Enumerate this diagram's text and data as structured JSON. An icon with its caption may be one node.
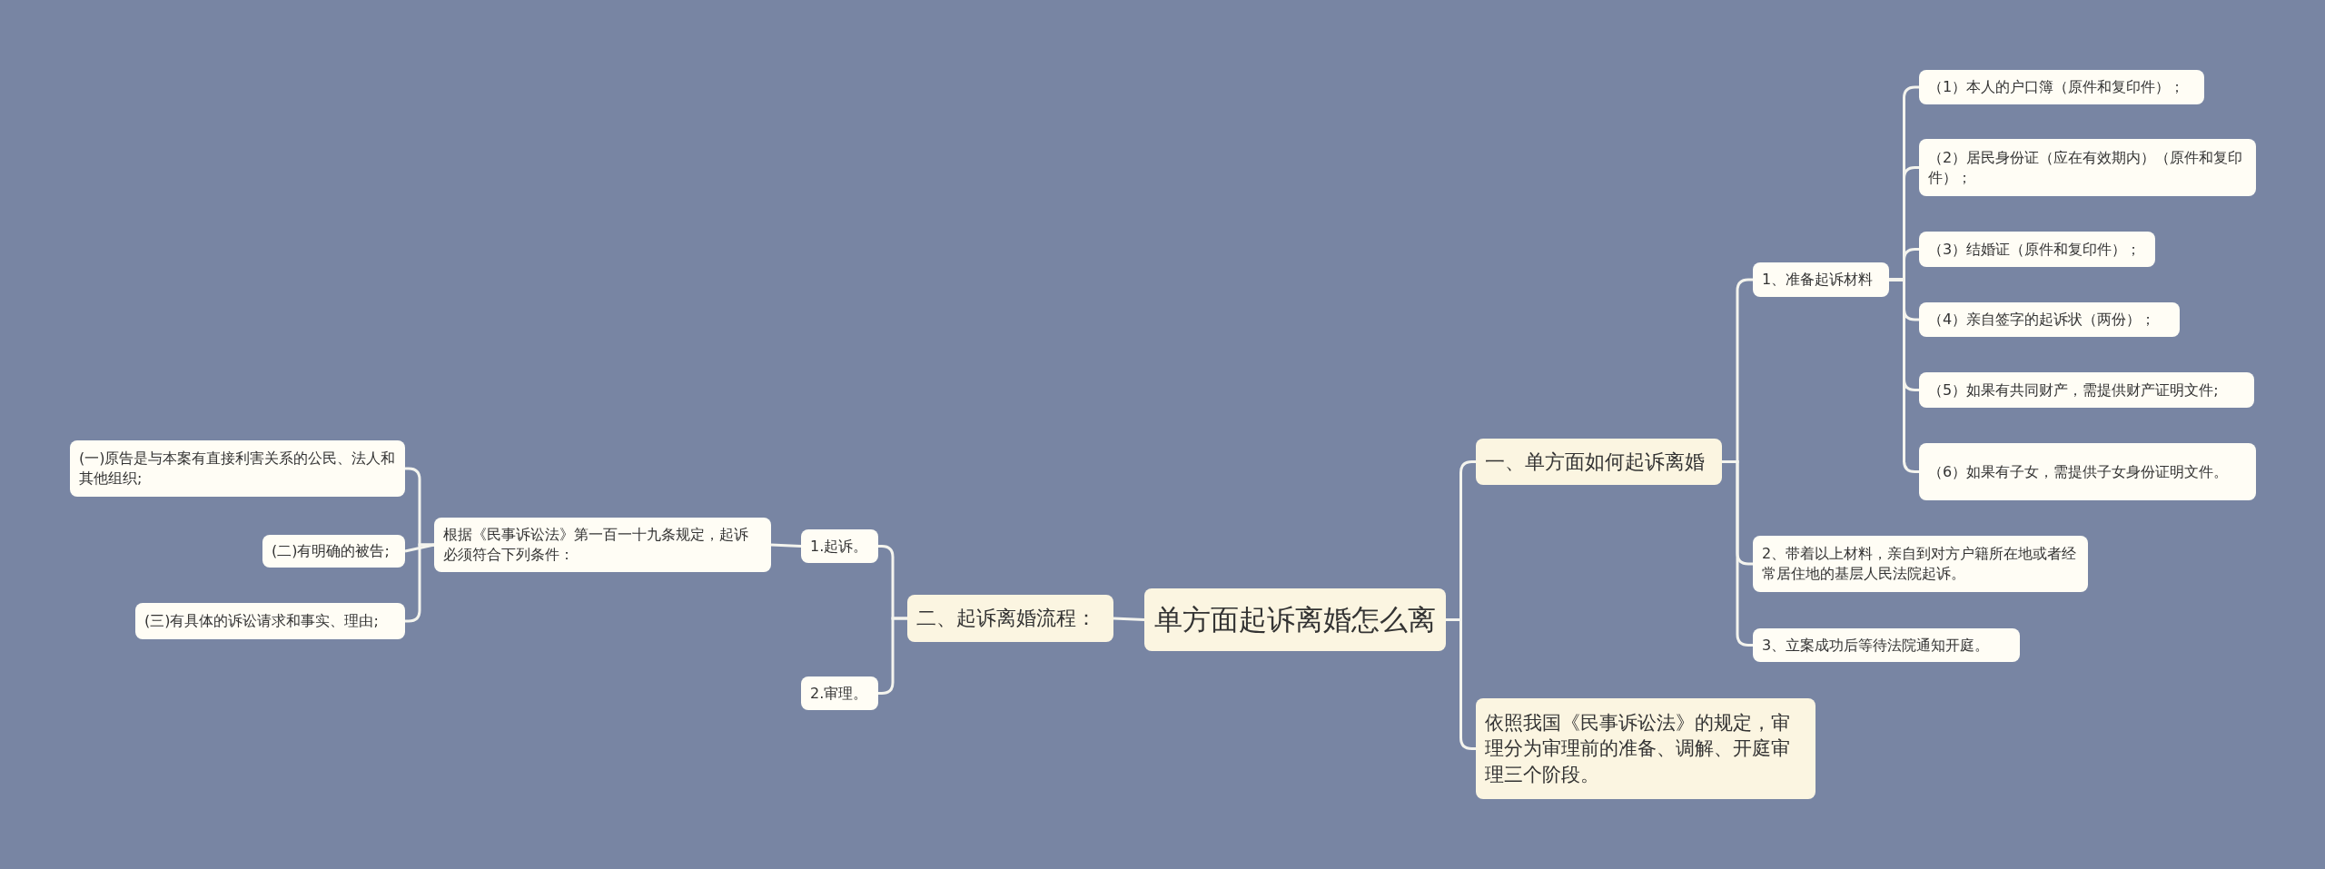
{
  "diagram": {
    "nodes": [
      {
        "text": [
          "单方面起诉离婚怎么离"
        ]
      },
      {
        "text": [
          "一、单方面如何起诉离婚"
        ]
      },
      {
        "text": [
          "1、准备起诉材料"
        ]
      },
      {
        "text": [
          "（1）本人的户口簿（原件和复印件）；"
        ]
      },
      {
        "text": [
          "（2）居民身份证（应在有效期内）（原件和复印件）；"
        ]
      },
      {
        "text": [
          "（3）结婚证（原件和复印件）；"
        ]
      },
      {
        "text": [
          "（4）亲自签字的起诉状（两份）；"
        ]
      },
      {
        "text": [
          "（5）如果有共同财产，需提供财产证明文件;"
        ]
      },
      {
        "text": [
          "（6）如果有子女，需提供子女身份证明文件。"
        ]
      },
      {
        "text": [
          "2、带着以上材料，亲自到对方户籍所在地或者经常居住地的基层人民法院起诉。"
        ]
      },
      {
        "text": [
          "3、立案成功后等待法院通知开庭。"
        ]
      },
      {
        "text": [
          "依照我国《民事诉讼法》的规定，审理分为审理前的准备、调解、开庭审理三个阶段。"
        ]
      },
      {
        "text": [
          "二、起诉离婚流程："
        ]
      },
      {
        "text": [
          "1.起诉。"
        ]
      },
      {
        "text": [
          "根据《民事诉讼法》第一百一十九条规定，起诉必须符合下列条件："
        ]
      },
      {
        "text": [
          "(一)原告是与本案有直接利害关系的公民、法人和其他组织;"
        ]
      },
      {
        "text": [
          "(二)有明确的被告;"
        ]
      },
      {
        "text": [
          "(三)有具体的诉讼请求和事实、理由;"
        ]
      },
      {
        "text": [
          "2.审理。"
        ]
      }
    ],
    "edges": [
      {
        "from": 0,
        "to": 1,
        "arrow": "none"
      },
      {
        "from": 1,
        "to": 2,
        "arrow": "none"
      },
      {
        "from": 2,
        "to": 3,
        "arrow": "none"
      },
      {
        "from": 2,
        "to": 4,
        "arrow": "none"
      },
      {
        "from": 2,
        "to": 5,
        "arrow": "none"
      },
      {
        "from": 2,
        "to": 6,
        "arrow": "none"
      },
      {
        "from": 2,
        "to": 7,
        "arrow": "none"
      },
      {
        "from": 2,
        "to": 8,
        "arrow": "none"
      },
      {
        "from": 1,
        "to": 9,
        "arrow": "none"
      },
      {
        "from": 1,
        "to": 10,
        "arrow": "none"
      },
      {
        "from": 0,
        "to": 11,
        "arrow": "none"
      },
      {
        "from": 0,
        "to": 12,
        "arrow": "none"
      },
      {
        "from": 12,
        "to": 13,
        "arrow": "none"
      },
      {
        "from": 13,
        "to": 14,
        "arrow": "none"
      },
      {
        "from": 14,
        "to": 15,
        "arrow": "none"
      },
      {
        "from": 14,
        "to": 16,
        "arrow": "none"
      },
      {
        "from": 14,
        "to": 17,
        "arrow": "none"
      },
      {
        "from": 12,
        "to": 18,
        "arrow": "none"
      }
    ]
  }
}
